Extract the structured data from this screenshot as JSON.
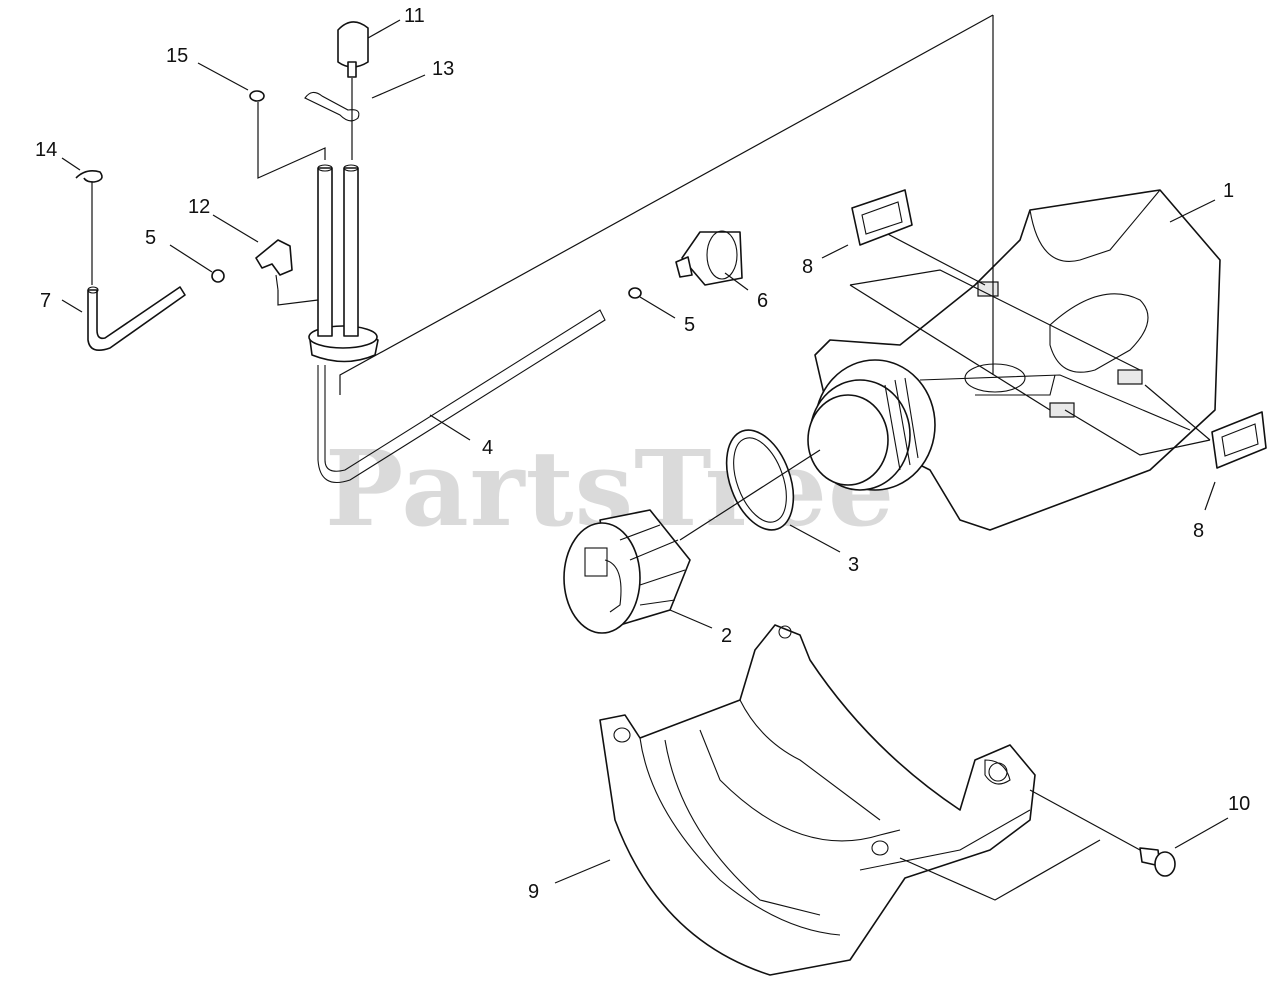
{
  "watermark": "PartsTree",
  "callouts": {
    "c1": "1",
    "c2": "2",
    "c3": "3",
    "c4": "4",
    "c5a": "5",
    "c5b": "5",
    "c6": "6",
    "c7": "7",
    "c8a": "8",
    "c8b": "8",
    "c9": "9",
    "c10": "10",
    "c11": "11",
    "c12": "12",
    "c13": "13",
    "c14": "14",
    "c15": "15"
  }
}
